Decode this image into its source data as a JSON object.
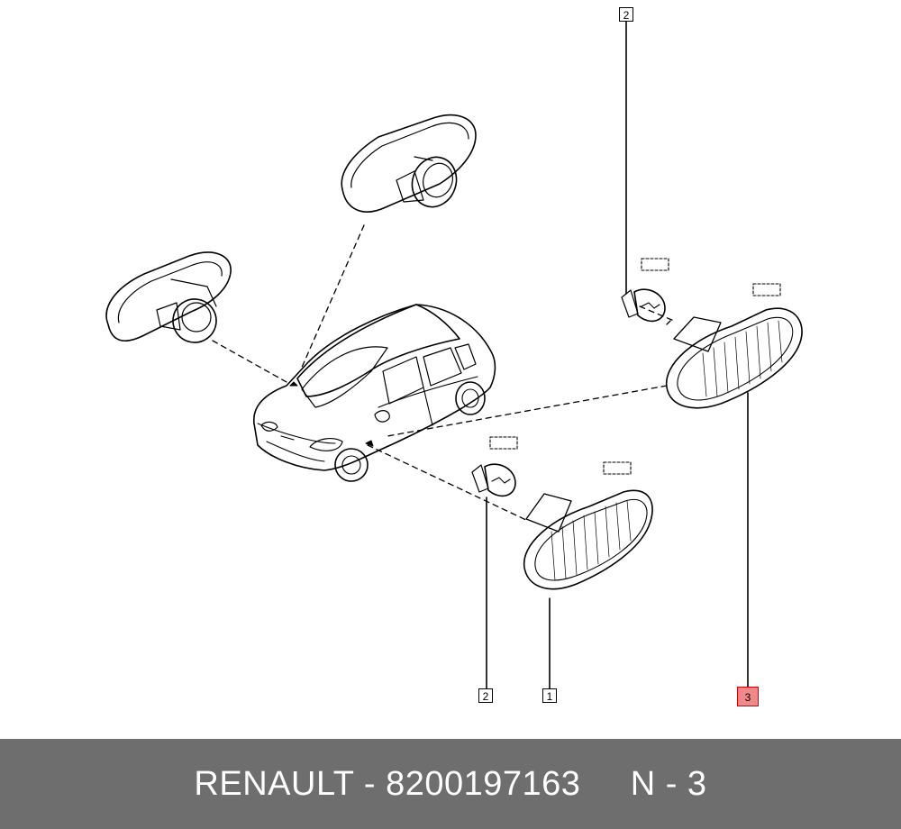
{
  "callouts": {
    "top_bulb": "2",
    "bottom_bulb": "2",
    "lamp_front": "1",
    "lamp_rear": "3"
  },
  "footer": {
    "brand": "RENAULT",
    "separator": "-",
    "part_number": "8200197163",
    "position_ref": "N - 3"
  },
  "colors": {
    "highlight": "#f08a8a",
    "footer_bg": "#6e6e6e",
    "footer_text": "#ffffff"
  }
}
